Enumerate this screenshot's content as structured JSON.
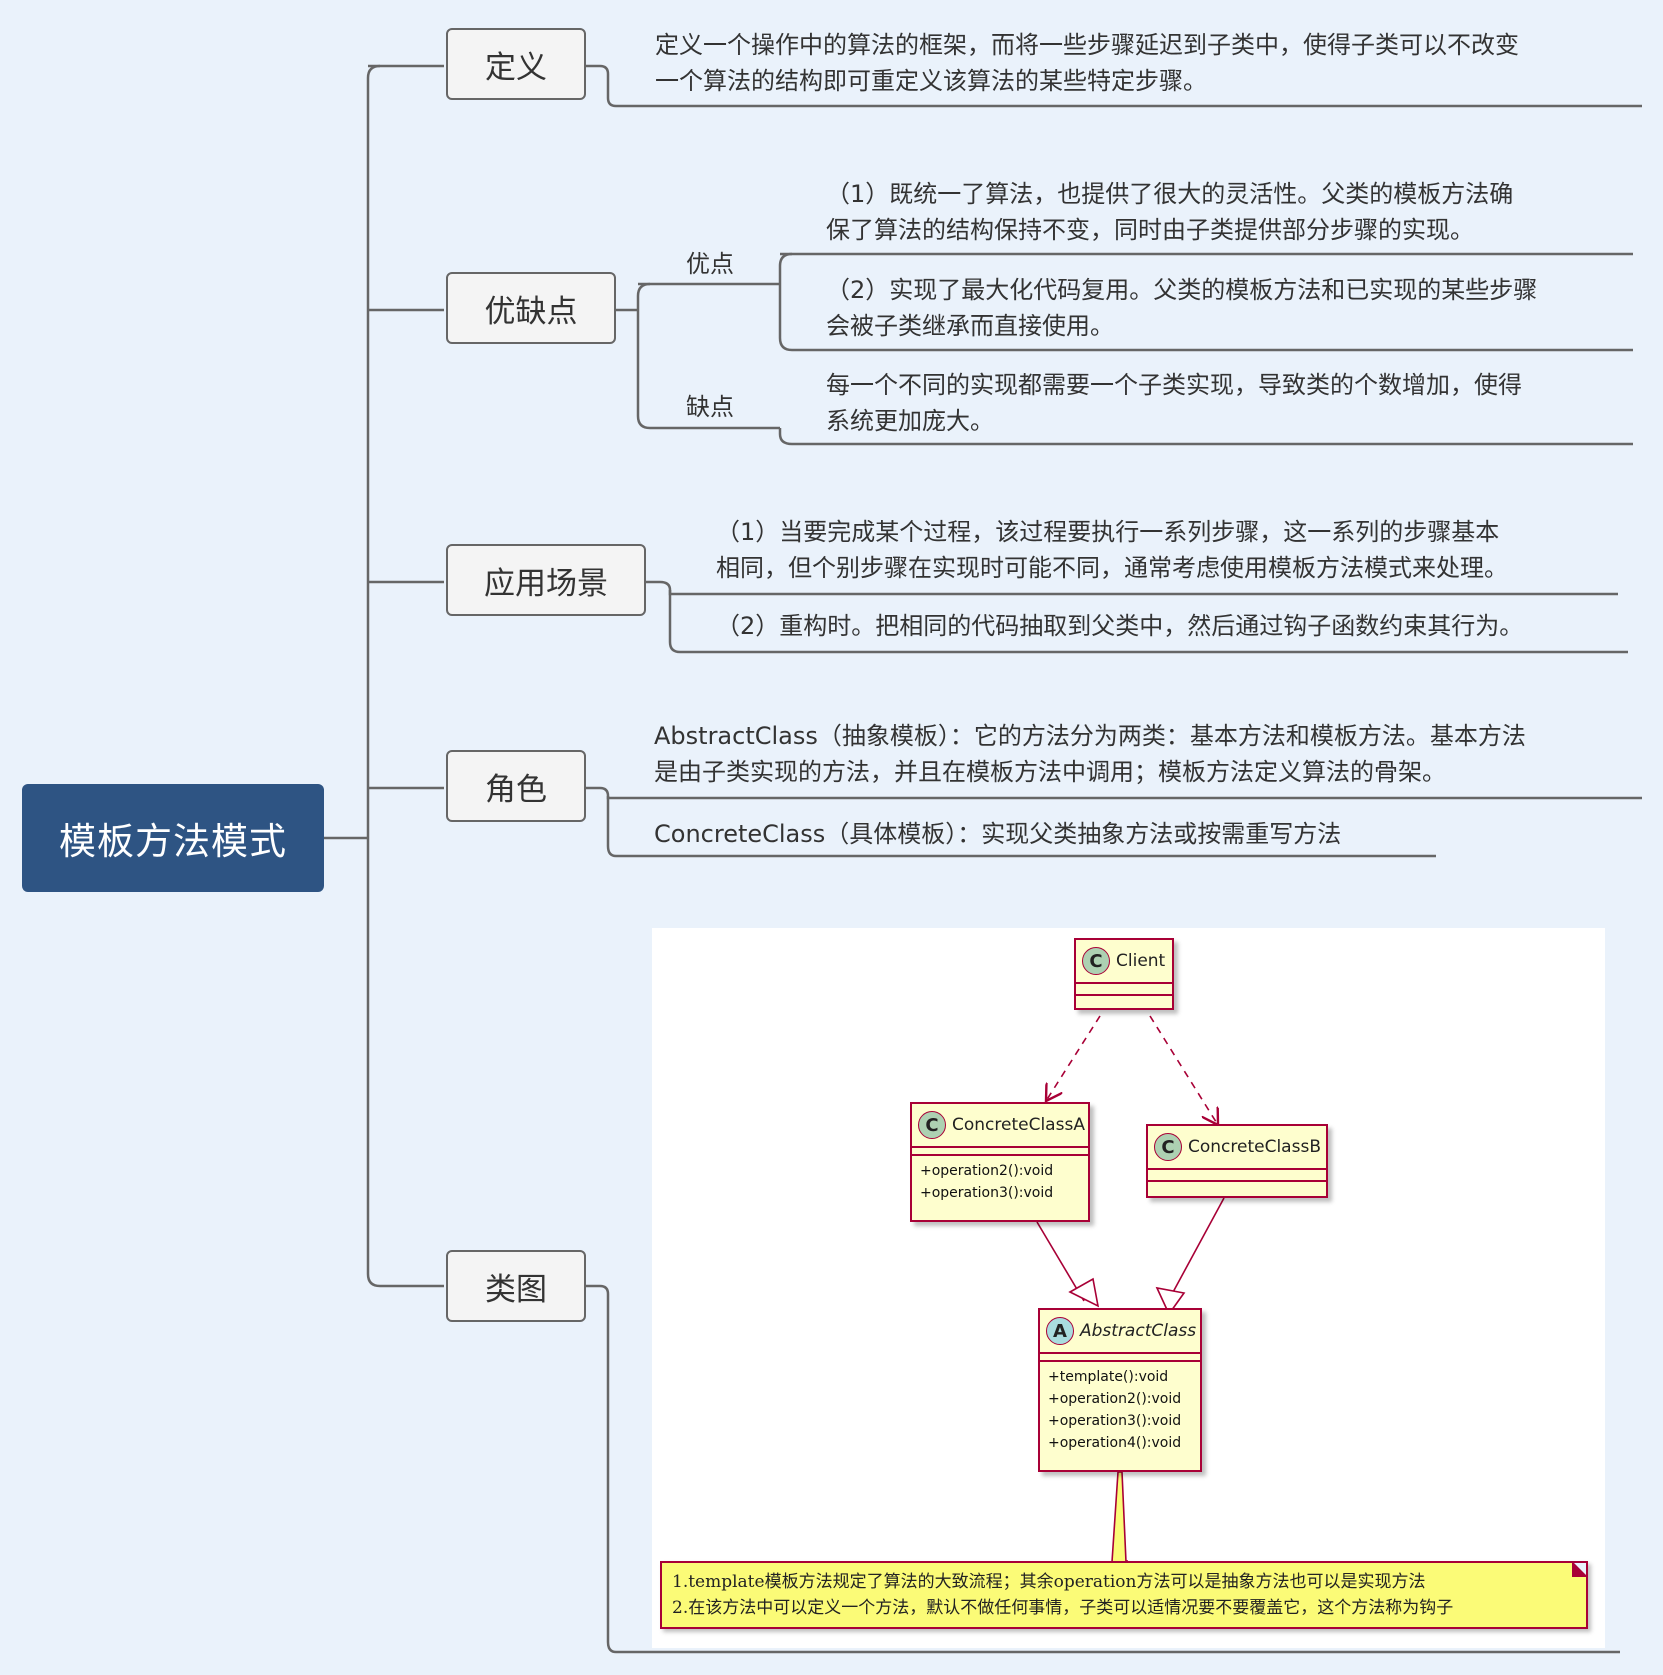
{
  "root": "模板方法模式",
  "topics": {
    "definition": {
      "label": "定义",
      "text": [
        "定义一个操作中的算法的框架，而将一些步骤延迟到子类中，使得子类可以不改变",
        "一个算法的结构即可重定义该算法的某些特定步骤。"
      ]
    },
    "pros_cons": {
      "label": "优缺点",
      "pros_label": "优点",
      "pros": [
        [
          "（1）既统一了算法，也提供了很大的灵活性。父类的模板方法确",
          "保了算法的结构保持不变，同时由子类提供部分步骤的实现。"
        ],
        [
          "（2）实现了最大化代码复用。父类的模板方法和已实现的某些步骤",
          "会被子类继承而直接使用。"
        ]
      ],
      "cons_label": "缺点",
      "cons": [
        "每一个不同的实现都需要一个子类实现，导致类的个数增加，使得",
        "系统更加庞大。"
      ]
    },
    "scenarios": {
      "label": "应用场景",
      "items": [
        [
          "（1）当要完成某个过程，该过程要执行一系列步骤，这一系列的步骤基本",
          "相同，但个别步骤在实现时可能不同，通常考虑使用模板方法模式来处理。"
        ],
        [
          "（2）重构时。把相同的代码抽取到父类中，然后通过钩子函数约束其行为。"
        ]
      ]
    },
    "roles": {
      "label": "角色",
      "items": [
        [
          "AbstractClass（抽象模板）：它的方法分为两类：基本方法和模板方法。基本方法",
          "是由子类实现的方法，并且在模板方法中调用；模板方法定义算法的骨架。"
        ],
        [
          "ConcreteClass（具体模板）：实现父类抽象方法或按需重写方法"
        ]
      ]
    },
    "class_diagram": {
      "label": "类图",
      "uml": {
        "client": {
          "stereotype": "C",
          "name": "Client"
        },
        "concreteA": {
          "stereotype": "C",
          "name": "ConcreteClassA",
          "members": [
            "+operation2():void",
            "+operation3():void"
          ]
        },
        "concreteB": {
          "stereotype": "C",
          "name": "ConcreteClassB"
        },
        "abstract": {
          "stereotype": "A",
          "name": "AbstractClass",
          "members": [
            "+template():void",
            "+operation2():void",
            "+operation3():void",
            "+operation4():void"
          ]
        },
        "note": [
          "1.template模板方法规定了算法的大致流程；其余operation方法可以是抽象方法也可以是实现方法",
          "2.在该方法中可以定义一个方法，默认不做任何事情，子类可以适情况要不要覆盖它，这个方法称为钩子"
        ]
      }
    }
  },
  "colors": {
    "root_bg": "#2e5483",
    "background": "#eaf2fb",
    "connector": "#666666",
    "uml_border": "#a80036",
    "uml_fill": "#fefece",
    "note_fill": "#fbfb77"
  }
}
